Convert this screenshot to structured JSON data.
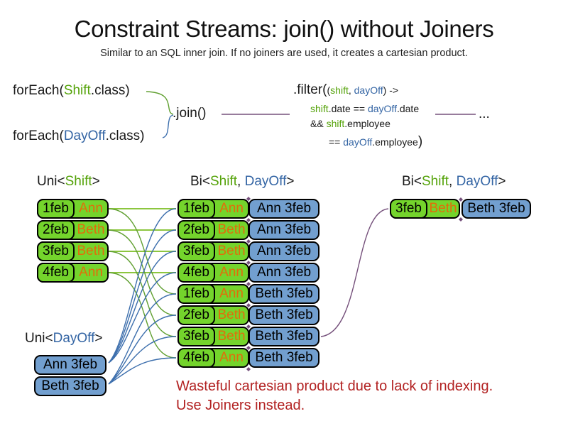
{
  "title": "Constraint Streams: join() without Joiners",
  "subtitle": "Similar to an SQL inner join. If no joiners are used, it creates a cartesian product.",
  "colors": {
    "green_fill": "#74d42c",
    "blue_fill": "#729fcf",
    "green_text": "#55a30a",
    "blue_text": "#3465a4",
    "orange_text": "#e36c0a",
    "red_text": "#b22222",
    "line_green": "#61a032",
    "line_green_light": "#8cc63f",
    "line_blue": "#3d6fad",
    "line_purple": "#75507b"
  },
  "code": {
    "foreach_shift": {
      "open": "forEach(",
      "cls": "Shift",
      "close": ".class)"
    },
    "foreach_dayoff": {
      "open": "forEach(",
      "cls": "DayOff",
      "close": ".class)"
    },
    "join": ".join()",
    "filter": {
      "head": ".filter(",
      "lparen": "(",
      "param1": "shift",
      "comma": ", ",
      "param2": "dayOff",
      "arrow": ") ->",
      "l2_shift": "shift",
      "l2_mid": ".date == ",
      "l2_dayoff": "dayOff",
      "l2_end": ".date",
      "l3_and": "&& ",
      "l3_shift": "shift",
      "l3_end": ".employee",
      "l4_eq": "== ",
      "l4_dayoff": "dayOff",
      "l4_end": ".employee",
      "close": ")"
    },
    "ellipsis": "..."
  },
  "uni_shift": {
    "header": {
      "pre": "Uni<",
      "type": "Shift",
      "post": ">"
    },
    "rows": [
      {
        "date": "1feb",
        "employee": "Ann"
      },
      {
        "date": "2feb",
        "employee": "Beth"
      },
      {
        "date": "3feb",
        "employee": "Beth"
      },
      {
        "date": "4feb",
        "employee": "Ann"
      }
    ]
  },
  "uni_dayoff": {
    "header": {
      "pre": "Uni<",
      "type": "DayOff",
      "post": ">"
    },
    "rows": [
      {
        "label": "Ann 3feb"
      },
      {
        "label": "Beth 3feb"
      }
    ]
  },
  "bi_center": {
    "header": {
      "pre": "Bi<",
      "type1": "Shift",
      "comma": ", ",
      "type2": "DayOff",
      "post": ">"
    },
    "rows": [
      {
        "date": "1feb",
        "employee": "Ann",
        "dayoff": "Ann 3feb"
      },
      {
        "date": "2feb",
        "employee": "Beth",
        "dayoff": "Ann 3feb"
      },
      {
        "date": "3feb",
        "employee": "Beth",
        "dayoff": "Ann 3feb"
      },
      {
        "date": "4feb",
        "employee": "Ann",
        "dayoff": "Ann 3feb"
      },
      {
        "date": "1feb",
        "employee": "Ann",
        "dayoff": "Beth 3feb"
      },
      {
        "date": "2feb",
        "employee": "Beth",
        "dayoff": "Beth 3feb"
      },
      {
        "date": "3feb",
        "employee": "Beth",
        "dayoff": "Beth 3feb"
      },
      {
        "date": "4feb",
        "employee": "Ann",
        "dayoff": "Beth 3feb"
      }
    ]
  },
  "bi_right": {
    "header": {
      "pre": "Bi<",
      "type1": "Shift",
      "comma": ", ",
      "type2": "DayOff",
      "post": ">"
    },
    "rows": [
      {
        "date": "3feb",
        "employee": "Beth",
        "dayoff": "Beth 3feb"
      }
    ]
  },
  "warning": {
    "line1": "Wasteful cartesian product due to lack of indexing.",
    "line2": "Use Joiners instead."
  }
}
